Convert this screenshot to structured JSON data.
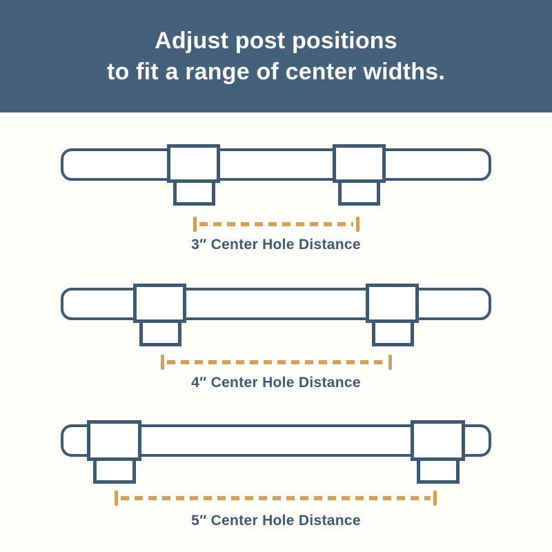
{
  "header": {
    "title_line1": "Adjust post positions",
    "title_line2": "to fit a range of center widths."
  },
  "diagrams": [
    {
      "measurement": "3″",
      "label": "3″ Center Hole Distance"
    },
    {
      "measurement": "4″",
      "label": "4″ Center Hole Distance"
    },
    {
      "measurement": "5″",
      "label": "5″ Center Hole Distance"
    }
  ],
  "colors": {
    "banner_background": "#45607a",
    "outline_blue": "#3c5a74",
    "dimension_gold": "#d5a055",
    "page_background": "#fdfdfa",
    "title_text": "#ffffff"
  }
}
